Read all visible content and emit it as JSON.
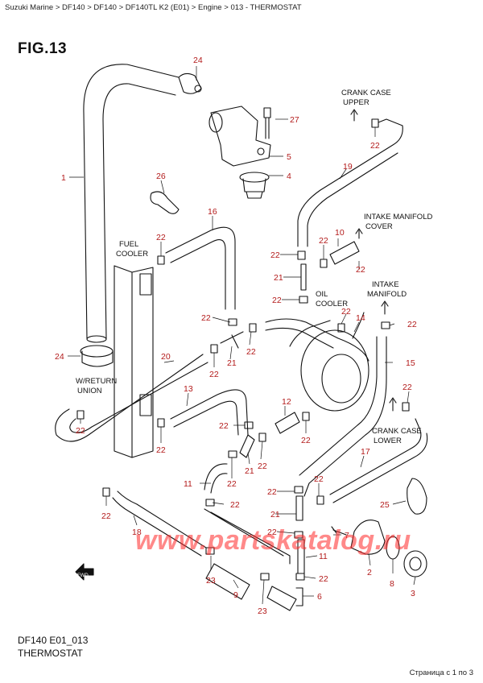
{
  "breadcrumb": {
    "items": [
      "Suzuki Marine",
      "DF140",
      "DF140",
      "DF140TL K2 (E01)",
      "Engine",
      "013 - THERMOSTAT"
    ],
    "separator": ">"
  },
  "figure": {
    "title": "FIG.13",
    "code": "DF140 E01_013",
    "name": "THERMOSTAT"
  },
  "labels": {
    "crankcase_upper": [
      "CRANK CASE",
      "UPPER"
    ],
    "crankcase_lower": [
      "CRANK CASE",
      "LOWER"
    ],
    "intake_manifold_cover": [
      "INTAKE MANIFOLD",
      "COVER"
    ],
    "intake_manifold": [
      "INTAKE",
      "MANIFOLD"
    ],
    "fuel_cooler": [
      "FUEL",
      "COOLER"
    ],
    "oil_cooler": [
      "OIL",
      "COOLER"
    ],
    "wreturn_union": [
      "W/RETURN",
      "UNION"
    ],
    "fwd": "FWD"
  },
  "callouts": {
    "c24a": "24",
    "c27": "27",
    "c5": "5",
    "c4": "4",
    "c1": "1",
    "c26": "26",
    "c22_upper": "22",
    "c19": "19",
    "c16": "16",
    "c22_fc": "22",
    "c22_l1": "22",
    "c22_m1": "22",
    "c10": "10",
    "c22_m2": "22",
    "c21_m1": "21",
    "c22_m3": "22",
    "c22_oil": "22",
    "c14": "14",
    "c22_int": "22",
    "c15": "15",
    "c22_a": "22",
    "c22_b": "22",
    "c22_c": "22",
    "c21_a": "21",
    "c24b": "24",
    "c20": "20",
    "c22_d": "22",
    "c13": "13",
    "c12": "12",
    "c22_e": "22",
    "c22_f": "22",
    "c22_g": "22",
    "c22_h": "22",
    "c22_i": "22",
    "c22_j": "22",
    "c21_b": "21",
    "c17": "17",
    "c22_k": "22",
    "c11a": "11",
    "c22_l": "22",
    "c22_m": "22",
    "c22_n": "22",
    "c21_c": "21",
    "c25": "25",
    "c18": "18",
    "c22_o": "22",
    "c7": "7",
    "c11b": "11",
    "c23a": "23",
    "c9": "9",
    "c22_p": "22",
    "c2": "2",
    "c8": "8",
    "c6": "6",
    "c23b": "23",
    "c3": "3"
  },
  "watermark": "www.partskatalog.ru",
  "pager": "Страница с 1 по 3",
  "colors": {
    "callout": "#b31b1b",
    "watermark": "#ff2a2a",
    "line": "#111111"
  }
}
